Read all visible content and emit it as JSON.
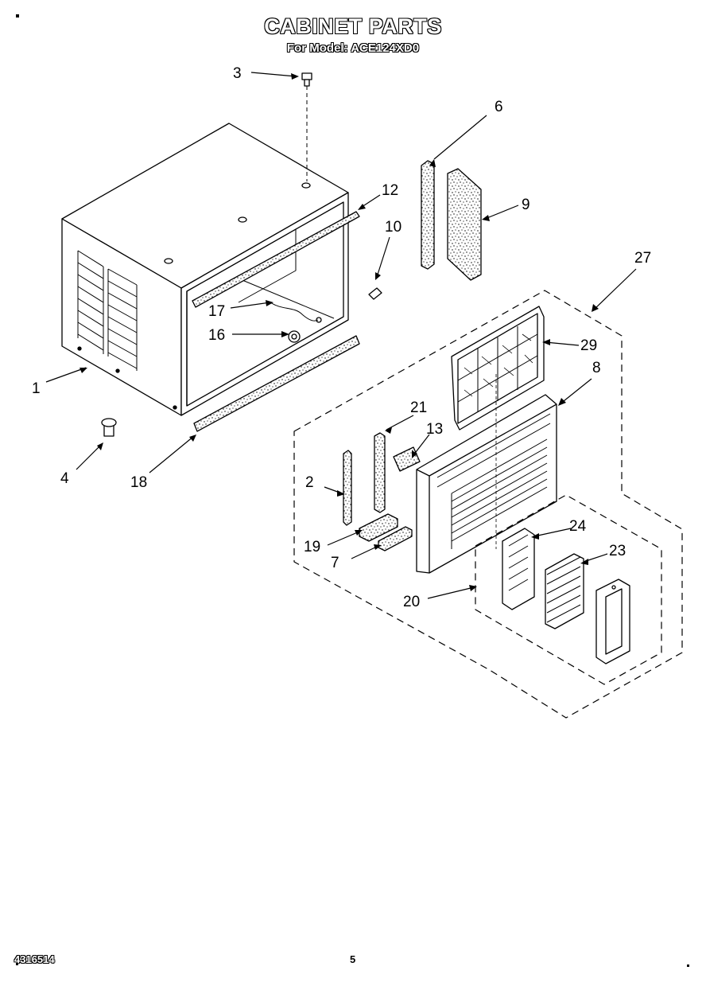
{
  "header": {
    "title": "CABINET PARTS",
    "subtitle": "For Model: ACE124XD0"
  },
  "footer": {
    "doc_number": "4316514",
    "page_number": "5"
  },
  "callouts": [
    "1",
    "2",
    "3",
    "4",
    "6",
    "7",
    "8",
    "9",
    "10",
    "12",
    "13",
    "16",
    "17",
    "18",
    "19",
    "20",
    "21",
    "23",
    "24",
    "27",
    "29"
  ]
}
